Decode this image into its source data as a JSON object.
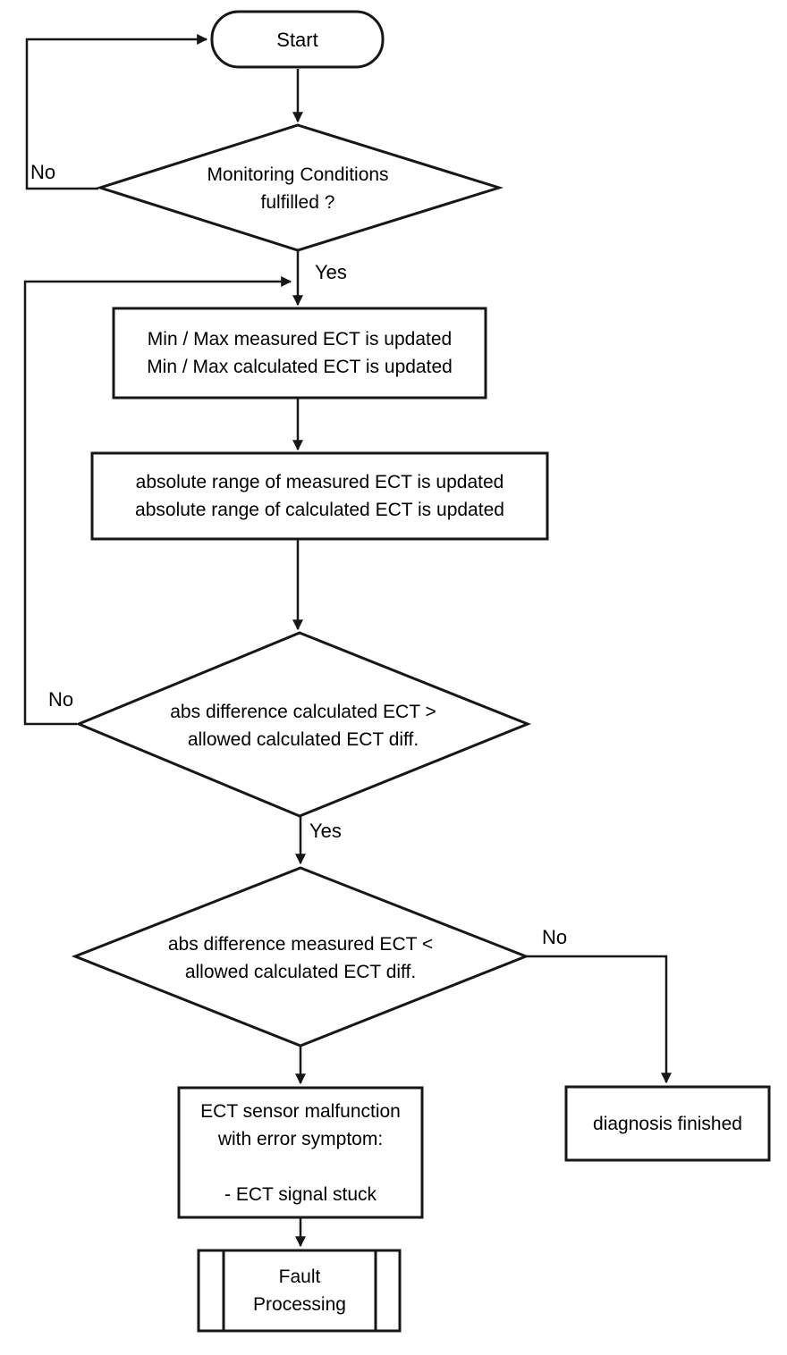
{
  "diagram": {
    "kind": "flowchart",
    "topic": "ECT sensor stuck-signal diagnosis",
    "colors": {
      "line": "#171717",
      "background": "#ffffff",
      "text": "#000000"
    },
    "nodes": {
      "start": {
        "type": "terminator",
        "label": "Start"
      },
      "monitoring": {
        "type": "decision",
        "lines": [
          "Monitoring Conditions",
          "fulfilled ?"
        ]
      },
      "minmax_update": {
        "type": "process",
        "lines": [
          "Min / Max measured ECT is updated",
          "Min / Max calculated ECT is updated"
        ]
      },
      "absrange_update": {
        "type": "process",
        "lines": [
          "absolute range of measured ECT is updated",
          "absolute range of calculated ECT is updated"
        ]
      },
      "calc_diff_check": {
        "type": "decision",
        "lines": [
          "abs difference calculated ECT >",
          "allowed calculated ECT diff."
        ]
      },
      "meas_diff_check": {
        "type": "decision",
        "lines": [
          "abs difference measured ECT <",
          "allowed calculated ECT diff."
        ]
      },
      "malfunction": {
        "type": "process",
        "lines": [
          "ECT sensor malfunction",
          "with error symptom:",
          "",
          "- ECT signal stuck"
        ]
      },
      "diagnosis_finished": {
        "type": "process",
        "label": "diagnosis finished"
      },
      "fault_processing": {
        "type": "predefined-process",
        "lines": [
          "Fault",
          "Processing"
        ]
      }
    },
    "edge_labels": {
      "monitoring_no": "No",
      "monitoring_yes": "Yes",
      "calc_diff_no": "No",
      "calc_diff_yes": "Yes",
      "meas_diff_no": "No"
    }
  }
}
